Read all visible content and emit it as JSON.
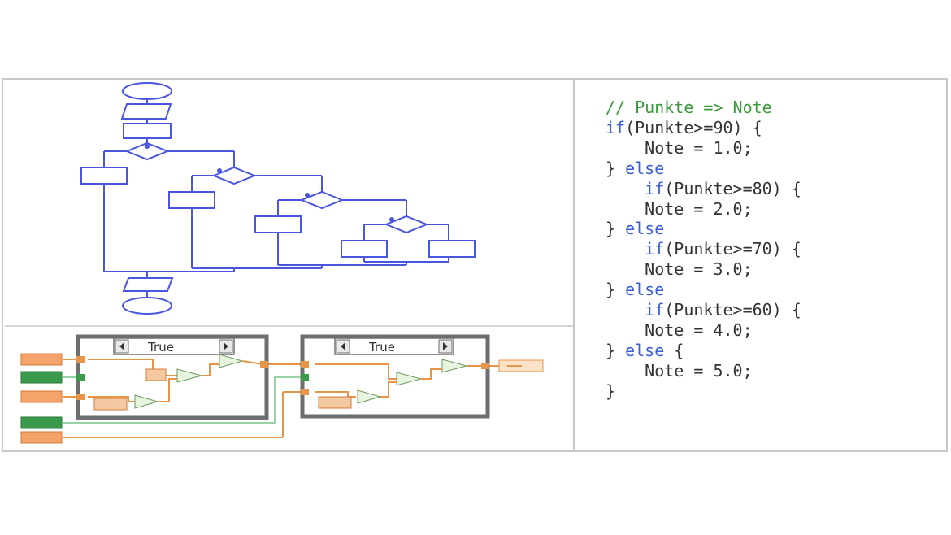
{
  "flowchart": {
    "stroke_color": "#4a55e0"
  },
  "labview": {
    "case_structures": [
      {
        "selector_label": "True"
      },
      {
        "selector_label": "True"
      }
    ],
    "frame_color": "#6e6e6e",
    "wire_color": "#e8954a",
    "terminal_color": "#f4a46a",
    "bool_terminal_color": "#3c9a4c"
  },
  "code": {
    "lines": [
      {
        "indent": "",
        "tokens": [
          {
            "type": "comment",
            "text": "// Punkte => Note"
          }
        ]
      },
      {
        "indent": "",
        "tokens": [
          {
            "type": "keyword",
            "text": "if"
          },
          {
            "type": "text",
            "text": "(Punkte>=90) {"
          }
        ]
      },
      {
        "indent": "    ",
        "tokens": [
          {
            "type": "text",
            "text": "Note = 1.0;"
          }
        ]
      },
      {
        "indent": "",
        "tokens": [
          {
            "type": "text",
            "text": "} "
          },
          {
            "type": "keyword",
            "text": "else"
          }
        ]
      },
      {
        "indent": "    ",
        "tokens": [
          {
            "type": "keyword",
            "text": "if"
          },
          {
            "type": "text",
            "text": "(Punkte>=80) {"
          }
        ]
      },
      {
        "indent": "    ",
        "tokens": [
          {
            "type": "text",
            "text": "Note = 2.0;"
          }
        ]
      },
      {
        "indent": "",
        "tokens": [
          {
            "type": "text",
            "text": "} "
          },
          {
            "type": "keyword",
            "text": "else"
          }
        ]
      },
      {
        "indent": "    ",
        "tokens": [
          {
            "type": "keyword",
            "text": "if"
          },
          {
            "type": "text",
            "text": "(Punkte>=70) {"
          }
        ]
      },
      {
        "indent": "    ",
        "tokens": [
          {
            "type": "text",
            "text": "Note = 3.0;"
          }
        ]
      },
      {
        "indent": "",
        "tokens": [
          {
            "type": "text",
            "text": "} "
          },
          {
            "type": "keyword",
            "text": "else"
          }
        ]
      },
      {
        "indent": "    ",
        "tokens": [
          {
            "type": "keyword",
            "text": "if"
          },
          {
            "type": "text",
            "text": "(Punkte>=60) {"
          }
        ]
      },
      {
        "indent": "    ",
        "tokens": [
          {
            "type": "text",
            "text": "Note = 4.0;"
          }
        ]
      },
      {
        "indent": "",
        "tokens": [
          {
            "type": "text",
            "text": "} "
          },
          {
            "type": "keyword",
            "text": "else"
          },
          {
            "type": "text",
            "text": " {"
          }
        ]
      },
      {
        "indent": "    ",
        "tokens": [
          {
            "type": "text",
            "text": "Note = 5.0;"
          }
        ]
      },
      {
        "indent": "",
        "tokens": [
          {
            "type": "text",
            "text": "}"
          }
        ]
      }
    ],
    "colors": {
      "comment": "#3a9a3a",
      "keyword": "#3b5fd4",
      "text": "#333333"
    }
  }
}
